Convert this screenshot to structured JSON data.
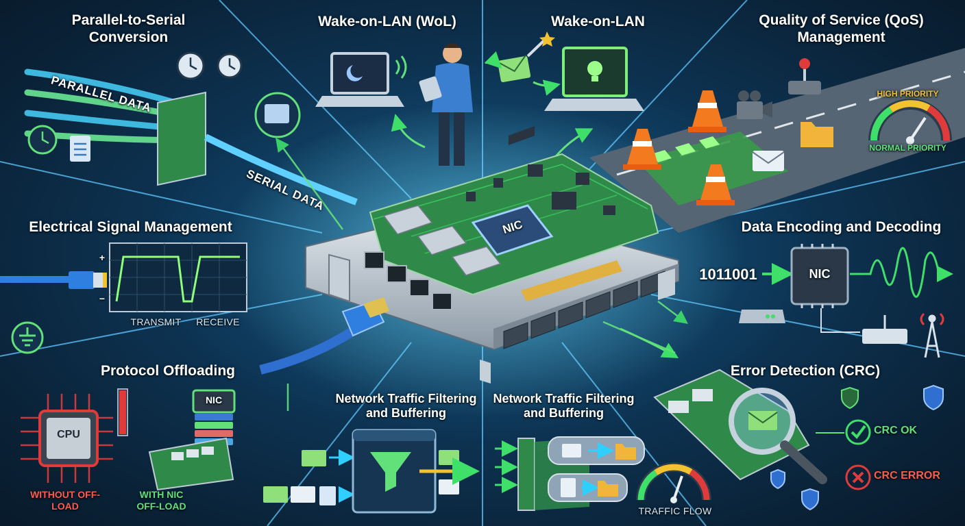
{
  "panels": {
    "parallel_to_serial": {
      "title": "Parallel-to-Serial Conversion",
      "parallel_label": "PARALLEL DATA",
      "serial_label": "SERIAL DATA"
    },
    "wol_left": {
      "title": "Wake-on-LAN (WoL)"
    },
    "wol_right": {
      "title": "Wake-on-LAN"
    },
    "qos": {
      "title": "Quality of Service (QoS) Management",
      "high": "HIGH PRIORITY",
      "normal": "NORMAL PRIORITY"
    },
    "electrical": {
      "title": "Electrical Signal Management",
      "plus": "+",
      "minus": "−",
      "transmit": "TRANSMIT",
      "receive": "RECEIVE"
    },
    "encoding": {
      "title": "Data Encoding and Decoding",
      "bits": "1011001",
      "chip": "NIC"
    },
    "offload": {
      "title": "Protocol Offloading",
      "cpu": "CPU",
      "without": "WITHOUT OFF-LOAD",
      "with": "WITH NIC OFF-LOAD",
      "nic": "NIC"
    },
    "filter_left": {
      "title": "Network Traffic Filtering and Buffering"
    },
    "filter_right": {
      "title": "Network Traffic Filtering and Buffering",
      "flow": "TRAFFIC FLOW"
    },
    "crc": {
      "title": "Error Detection (CRC)",
      "ok": "CRC OK",
      "error": "CRC ERROR"
    },
    "center": {
      "chip": "NIC"
    }
  },
  "colors": {
    "background": "#0d3352",
    "accent_green": "#3fe06a",
    "accent_cyan": "#2fd0ff",
    "pcb_green": "#2f8a4a",
    "warning_red": "#e03b3b",
    "gauge_yellow": "#f2c230"
  },
  "icons": [
    "clock-icon",
    "document-icon",
    "envelope-icon",
    "laptop-icon",
    "wifi-icon",
    "magic-wand-icon",
    "lightbulb-icon",
    "traffic-cone-icon",
    "camera-icon",
    "folder-icon",
    "joystick-icon",
    "gauge-icon",
    "ethernet-cable-icon",
    "ground-icon",
    "cpu-chip-icon",
    "funnel-icon",
    "magnifier-icon",
    "shield-icon",
    "checkmark-icon",
    "error-x-icon",
    "router-icon",
    "antenna-tower-icon"
  ]
}
